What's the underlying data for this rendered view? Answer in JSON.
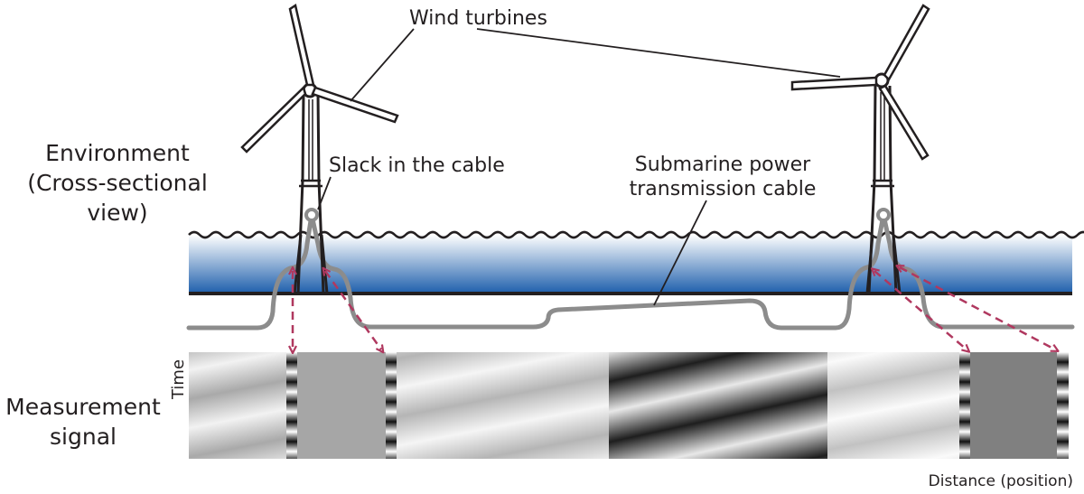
{
  "labels": {
    "wind_turbines": "Wind turbines",
    "environment_line1": "Environment",
    "environment_line2": "(Cross-sectional",
    "environment_line3": "view)",
    "slack": "Slack in the cable",
    "cable_line1": "Submarine power",
    "cable_line2": "transmission cable",
    "measurement_line1": "Measurement",
    "measurement_line2": "signal",
    "time_axis": "Time",
    "distance_axis": "Distance (position)"
  },
  "colors": {
    "ink": "#231f20",
    "sea_top": "#ffffff",
    "sea_bottom": "#2161ad",
    "cable": "#8c8c8c",
    "arrow": "#b0385f",
    "flat_band_light": "#a6a6a6",
    "flat_band_dark": "#808080"
  }
}
